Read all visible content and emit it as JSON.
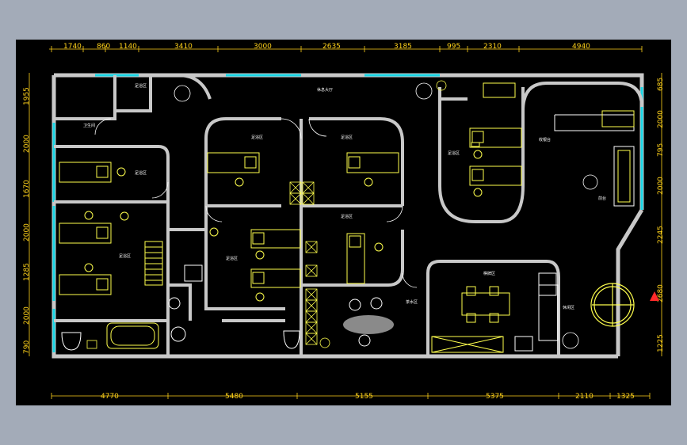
{
  "drawing": {
    "dimensions_top": [
      "1740",
      "860",
      "1140",
      "3410",
      "3000",
      "2635",
      "3185",
      "995",
      "2310",
      "4940"
    ],
    "dimensions_bottom": [
      "4770",
      "5480",
      "5155",
      "5375",
      "2110",
      "1325"
    ],
    "dimensions_left": [
      "1955",
      "2000",
      "1670",
      "2000",
      "1285",
      "2000",
      "790"
    ],
    "dimensions_right": [
      "685",
      "2000",
      "795",
      "2000",
      "2245",
      "2680",
      "1225"
    ],
    "room_labels": {
      "hall": "休息大厅",
      "room_a": "足浴区",
      "room_b": "足浴区",
      "room_c": "足浴区",
      "room_d": "足浴区",
      "room_e": "足浴区",
      "room_f": "足浴区",
      "room_g": "足浴区",
      "room_h": "足浴区",
      "room_i": "茶水区",
      "room_j": "棋牌区",
      "room_k": "收银台",
      "room_l": "休闲区",
      "room_m": "前台",
      "wc": "卫生间"
    },
    "colors": {
      "background": "#000000",
      "frame": "#a3abb8",
      "wall": "#c8c8c8",
      "furniture": "#ffff4d",
      "window": "#19d7e6",
      "dimension_text": "#ffd21a",
      "label_text": "#ffffff",
      "accent_red": "#ff2a2a"
    }
  }
}
